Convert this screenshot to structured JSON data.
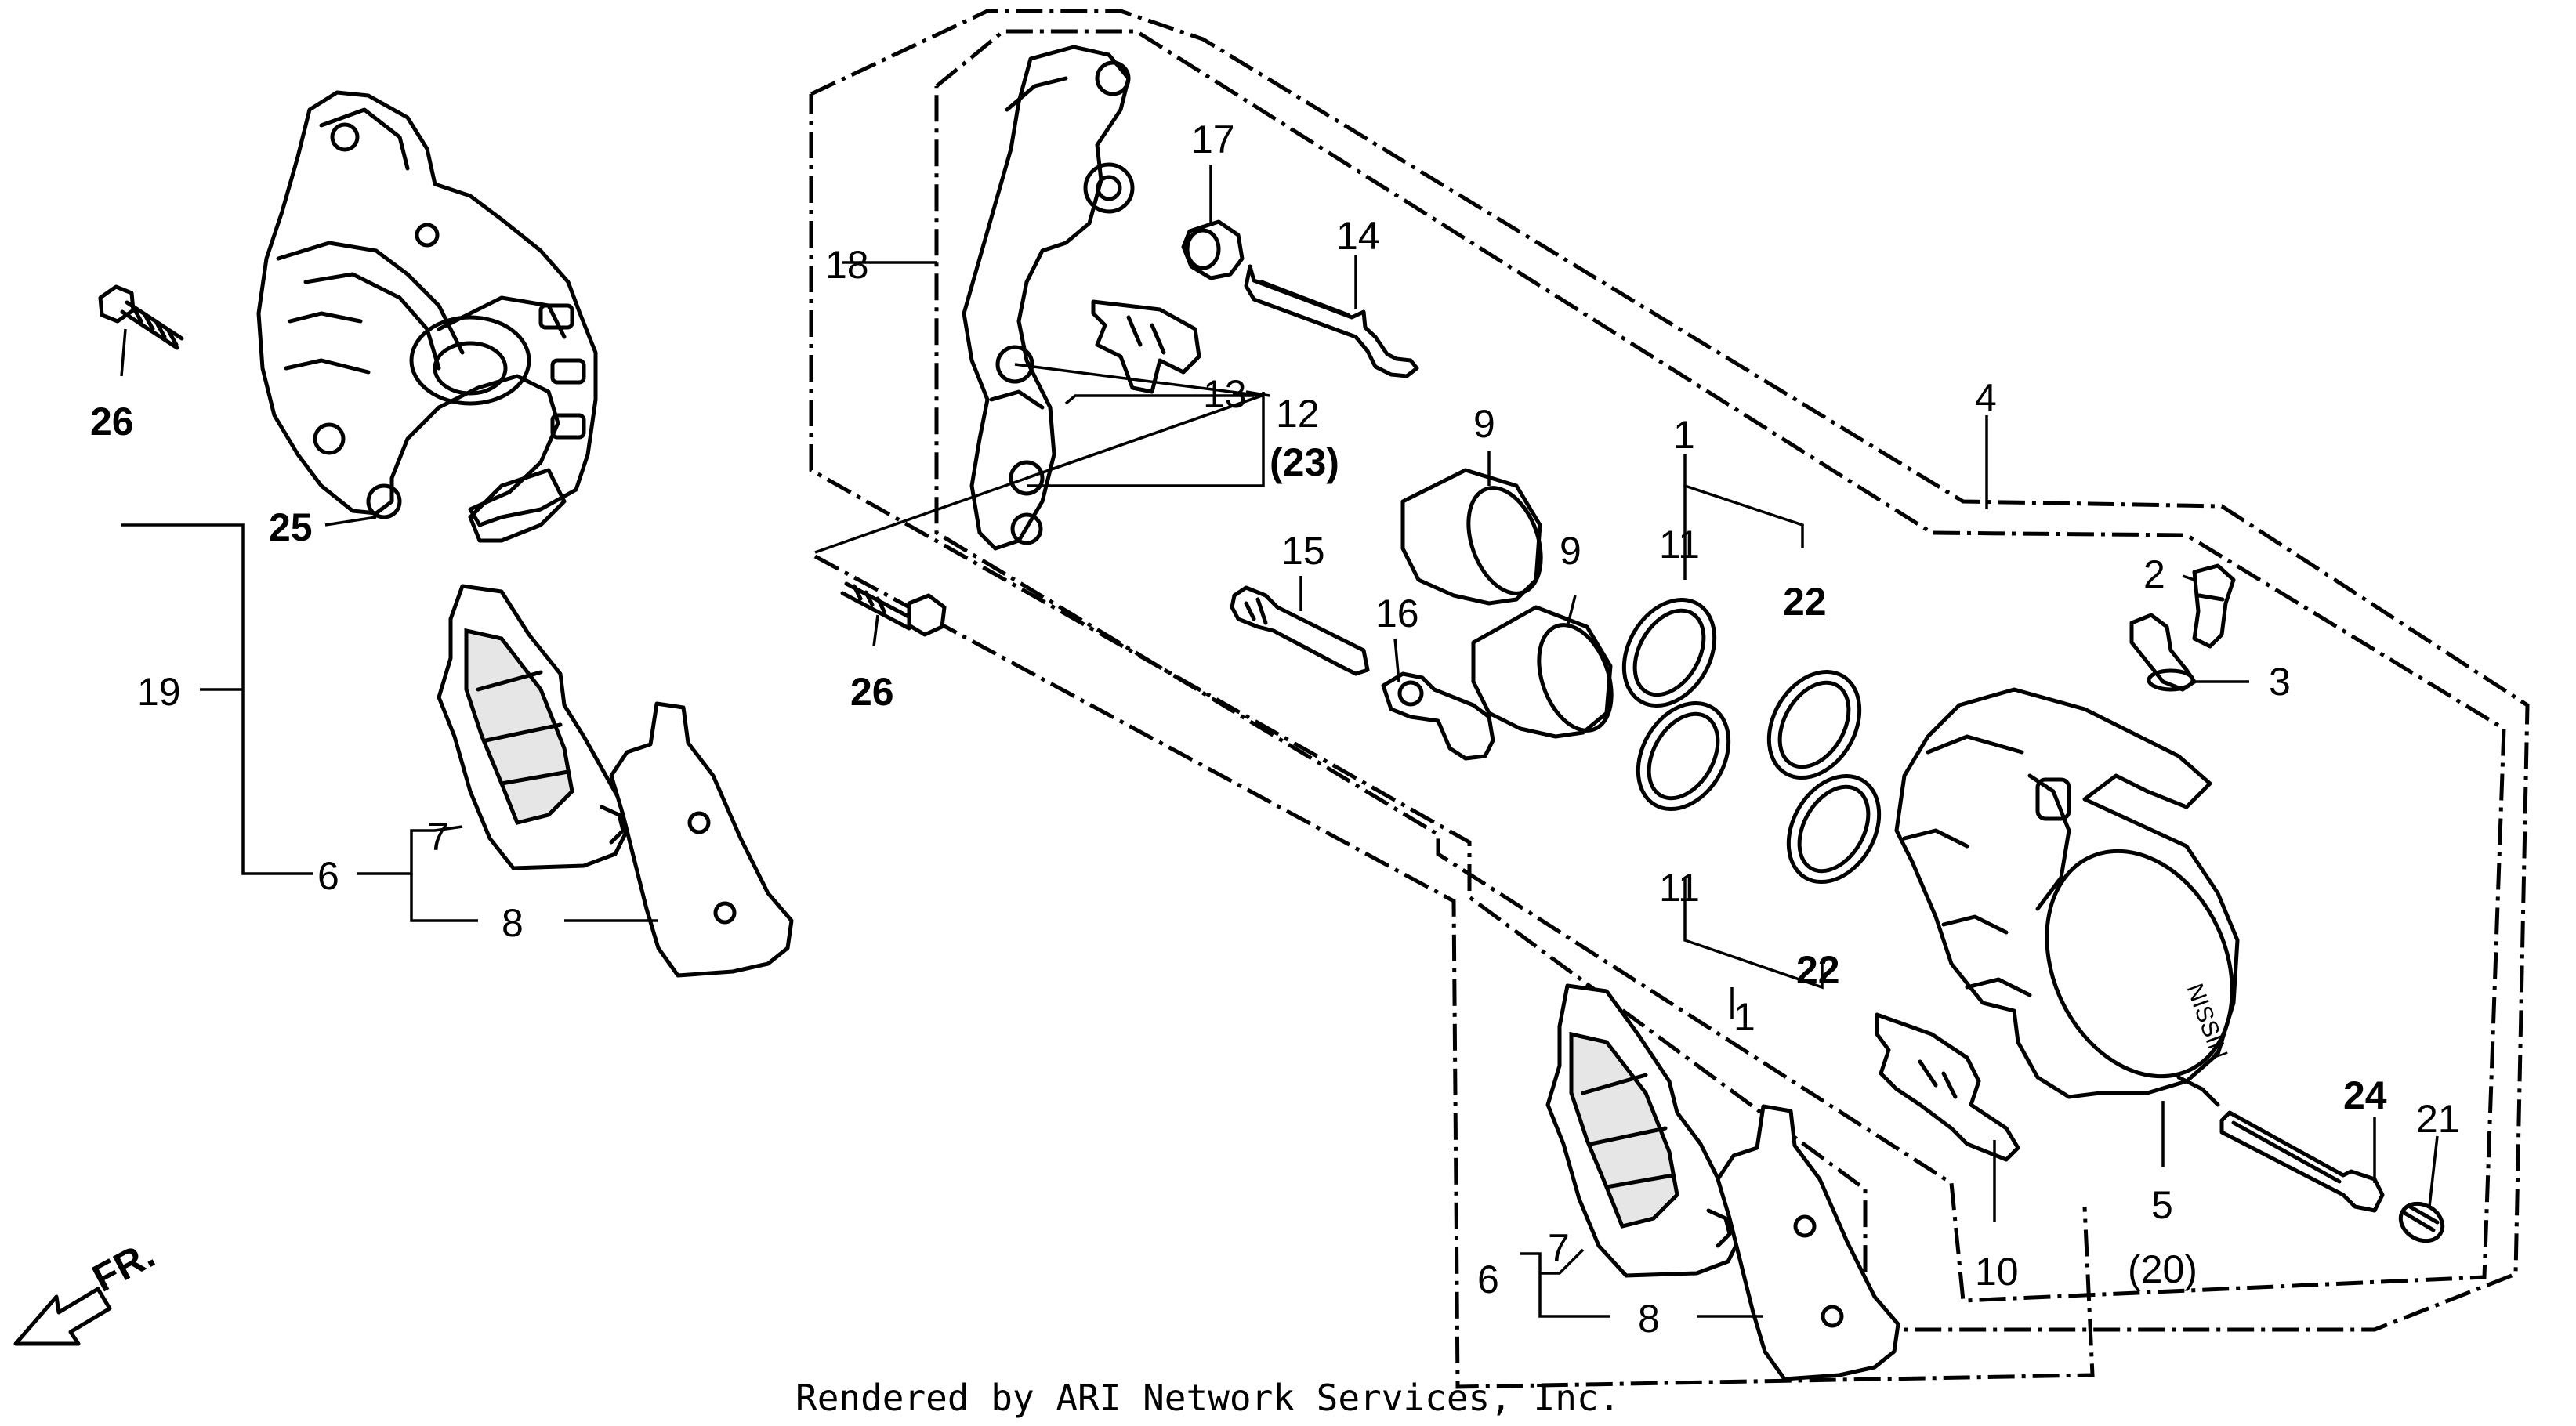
{
  "labels": {
    "l1a": "1",
    "l1b": "1",
    "l2": "2",
    "l3": "3",
    "l4": "4",
    "l5": "5",
    "l6a": "6",
    "l6b": "6",
    "l7a": "7",
    "l7b": "7",
    "l8a": "8",
    "l8b": "8",
    "l9a": "9",
    "l9b": "9",
    "l10": "10",
    "l11a": "11",
    "l11b": "11",
    "l12": "12",
    "l13": "13",
    "l14": "14",
    "l15": "15",
    "l16": "16",
    "l17": "17",
    "l18": "18",
    "l19": "19",
    "l20": "(20)",
    "l21": "21",
    "l22a": "22",
    "l22b": "22",
    "l23": "(23)",
    "l24": "24",
    "l25": "25",
    "l26a": "26",
    "l26b": "26"
  },
  "direction": "FR.",
  "caliper_brand": "NISSIN",
  "footer": "Rendered by ARI Network Services, Inc."
}
